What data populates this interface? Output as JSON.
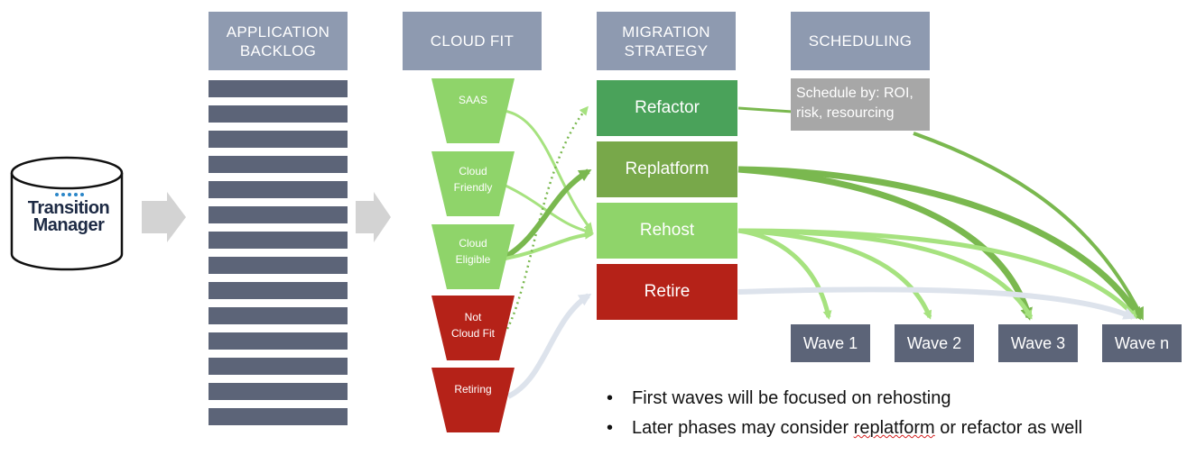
{
  "source": {
    "logo_text": "Transition Manager",
    "logo_line1": "Transition",
    "logo_line2": "Manager"
  },
  "headers": {
    "backlog": "APPLICATION\nBACKLOG",
    "cloud_fit": "CLOUD FIT",
    "migration": "MIGRATION\nSTRATEGY",
    "scheduling": "SCHEDULING"
  },
  "backlog_rows": 14,
  "cloud_fit": [
    {
      "label": "SAAS",
      "color": "#8fd46a"
    },
    {
      "label": "Cloud\nFriendly",
      "color": "#8fd46a"
    },
    {
      "label": "Cloud\nEligible",
      "color": "#8fd46a"
    },
    {
      "label": "Not\nCloud Fit",
      "color": "#b52218"
    },
    {
      "label": "Retiring",
      "color": "#b52218"
    }
  ],
  "strategies": [
    {
      "label": "Refactor",
      "color": "#4aa25a"
    },
    {
      "label": "Replatform",
      "color": "#78a84a"
    },
    {
      "label": "Rehost",
      "color": "#8fd46a"
    },
    {
      "label": "Retire",
      "color": "#b52218"
    }
  ],
  "scheduling_note": "Schedule by: ROI, risk, resourcing",
  "waves": [
    "Wave 1",
    "Wave 2",
    "Wave 3",
    "Wave n"
  ],
  "bullets": {
    "b1": "First waves will be focused on rehosting",
    "b2_pre": "Later phases may consider ",
    "b2_mark": "replatform",
    "b2_post": " or refactor as well",
    "symbol": "•"
  },
  "colors": {
    "header": "#8e9ab0",
    "bar": "#5c6478",
    "arrow_green": "#9fe07a",
    "arrow_gray": "#dde3ec",
    "big_arrow": "#d3d3d3"
  }
}
